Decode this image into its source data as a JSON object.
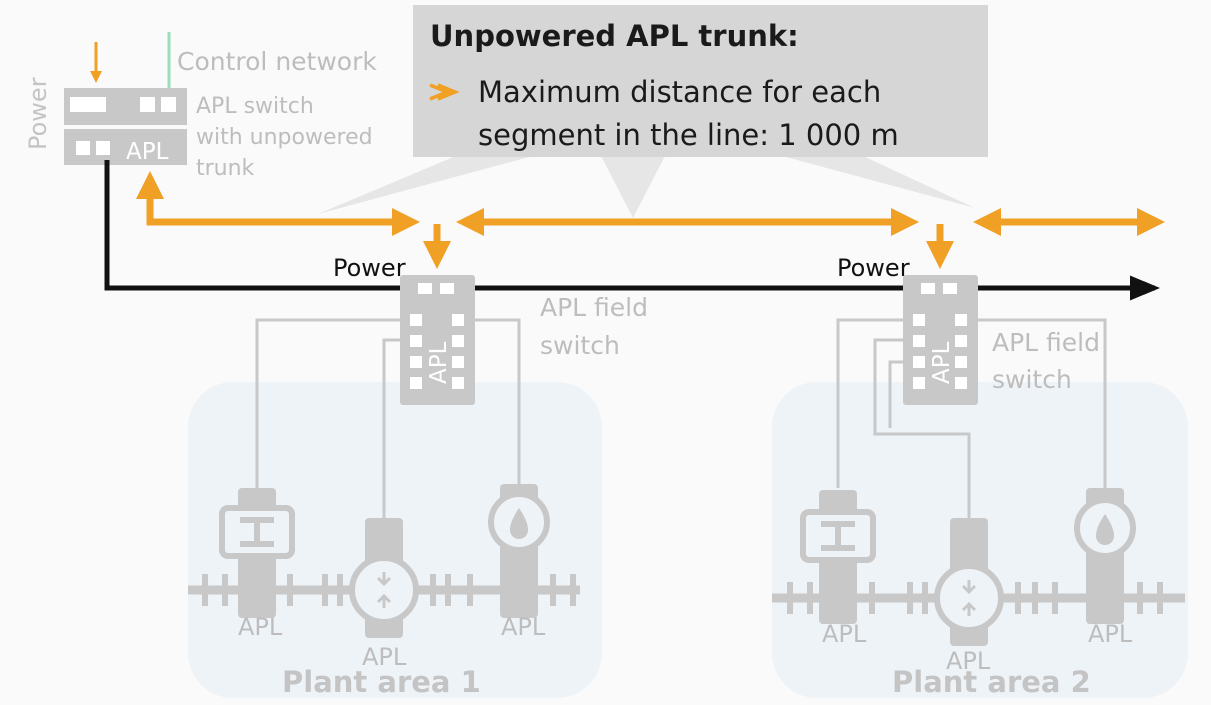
{
  "callout": {
    "title": "Unpowered APL trunk:",
    "bullet_icon": "double-arrow-icon",
    "text_line1": "Maximum distance for each",
    "text_line2": "segment in the line: 1 000 m"
  },
  "switch_main": {
    "power_label": "Power",
    "control_label": "Control network",
    "name_line1": "APL switch",
    "name_line2": "with unpowered",
    "name_line3": "trunk",
    "apl_label": "APL"
  },
  "field_switch_1": {
    "power_label": "Power",
    "apl_label": "APL",
    "name_line1": "APL field",
    "name_line2": "switch"
  },
  "field_switch_2": {
    "power_label": "Power",
    "apl_label": "APL",
    "name_line1": "APL field",
    "name_line2": "switch"
  },
  "plant_area_1": {
    "title": "Plant area 1",
    "devices": [
      "APL",
      "APL",
      "APL"
    ],
    "device_icons": [
      "valve-actuator-icon",
      "flow-meter-icon",
      "level-sensor-icon"
    ]
  },
  "plant_area_2": {
    "title": "Plant area 2",
    "devices": [
      "APL",
      "APL",
      "APL"
    ],
    "device_icons": [
      "valve-actuator-icon",
      "flow-meter-icon",
      "level-sensor-icon"
    ]
  },
  "colors": {
    "accent": "#F0A024",
    "trunk": "#111111",
    "grey_device": "#C8C8C8",
    "grey_text": "#B8B8B8",
    "callout_bg": "#D6D6D6",
    "control_network": "#9ADDB8",
    "plant_area_bg": "#EEF3F8"
  }
}
